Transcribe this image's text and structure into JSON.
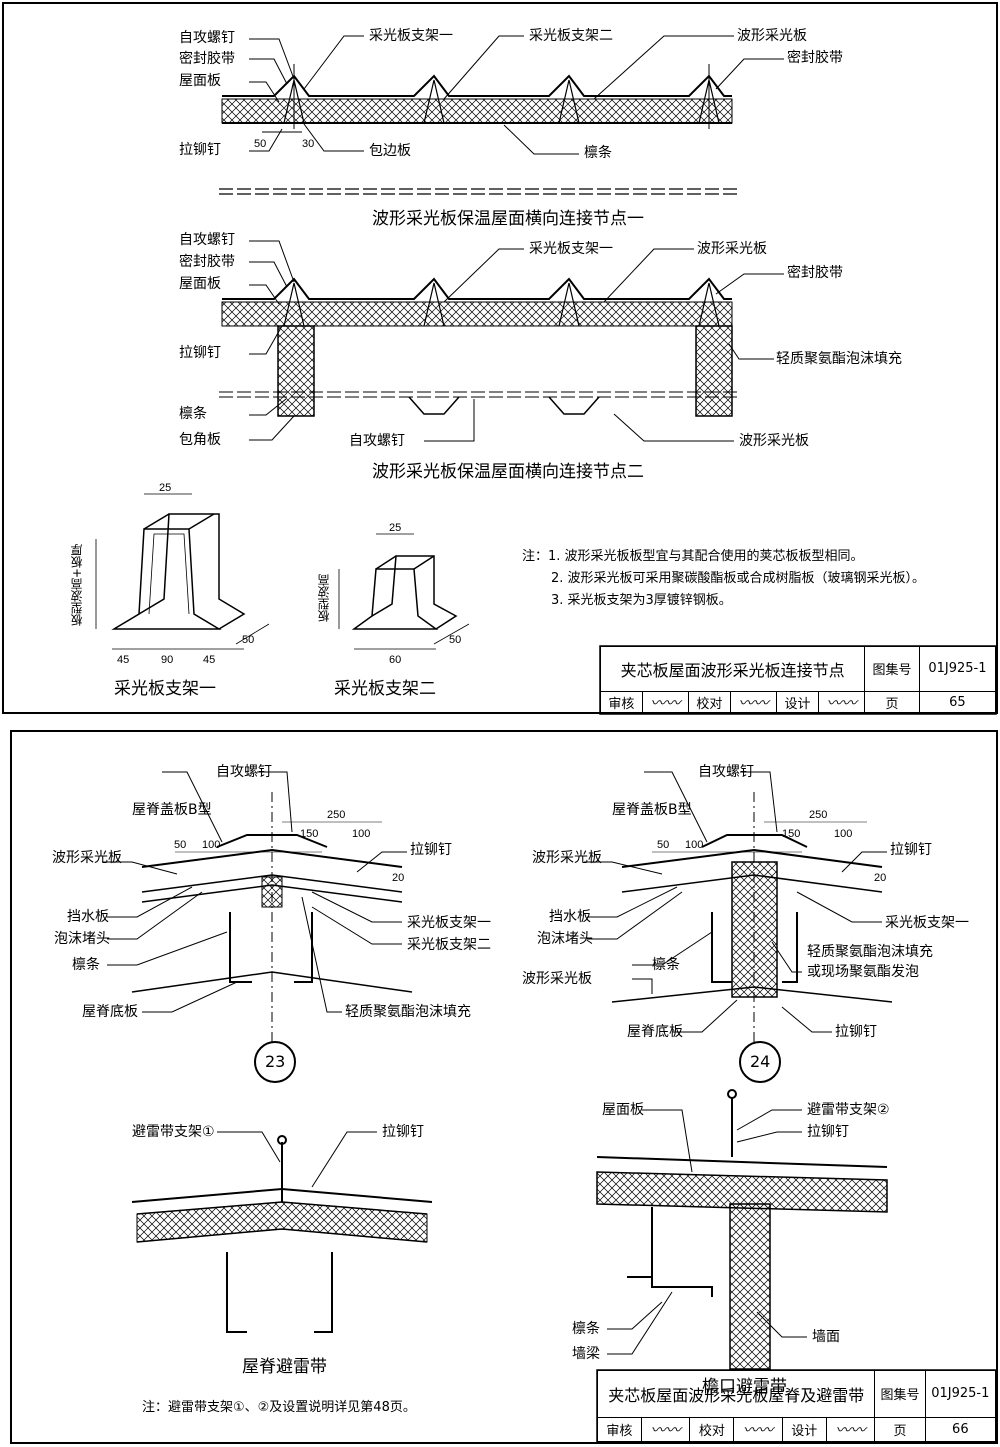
{
  "sheet1": {
    "node1": {
      "title": "波形采光板保温屋面横向连接节点一",
      "labels": {
        "screw": "自攻螺钉",
        "seal": "密封胶带",
        "roof": "屋面板",
        "rivet": "拉铆钉",
        "bracket1": "采光板支架一",
        "bracket2": "采光板支架二",
        "wave": "波形采光板",
        "seal_r": "密封胶带",
        "edge": "包边板",
        "purlin": "檩条",
        "d1": "50",
        "d2": "30"
      }
    },
    "node2": {
      "title": "波形采光板保温屋面横向连接节点二",
      "labels": {
        "screw": "自攻螺钉",
        "seal": "密封胶带",
        "roof": "屋面板",
        "rivet": "拉铆钉",
        "purlin": "檩条",
        "corner": "包角板",
        "bracket1": "采光板支架一",
        "wave": "波形采光板",
        "seal_r": "密封胶带",
        "foam": "轻质聚氨酯泡沫填充",
        "screw_b": "自攻螺钉",
        "wave_b": "波形采光板"
      }
    },
    "bracket1": {
      "caption": "采光板支架一",
      "top": "25",
      "height": "板型波高+板厚",
      "w1": "45",
      "w2": "90",
      "w3": "45",
      "depth": "50"
    },
    "bracket2": {
      "caption": "采光板支架二",
      "top": "25",
      "height": "板型波高",
      "w": "60",
      "depth": "50"
    },
    "notes": [
      "注：1. 波形采光板板型宜与其配合使用的荚芯板板型相同。",
      "2. 波形采光板可采用聚碳酸酯板或合成树脂板（玻璃钢采光板）。",
      "3. 采光板支架为3厚镀锌钢板。"
    ],
    "titleblock": {
      "title": "夹芯板屋面波形采光板连接节点",
      "atlas_label": "图集号",
      "atlas": "01J925-1",
      "review": "审核",
      "check": "校对",
      "design": "设计",
      "page_label": "页",
      "page": "65"
    }
  },
  "sheet2": {
    "d23": {
      "number": "23",
      "labels": {
        "screw": "自攻螺钉",
        "cap": "屋脊盖板B型",
        "wave": "波形采光板",
        "stop": "挡水板",
        "foam_plug": "泡沫堵头",
        "purlin": "檩条",
        "ridge_base": "屋脊底板",
        "rivet": "拉铆钉",
        "bracket1": "采光板支架一",
        "bracket2": "采光板支架二",
        "foam": "轻质聚氨酯泡沫填充",
        "d50": "50",
        "d100": "100",
        "d250": "250",
        "d150": "150",
        "d100b": "100",
        "d20": "20"
      }
    },
    "d24": {
      "number": "24",
      "labels": {
        "screw": "自攻螺钉",
        "cap": "屋脊盖板B型",
        "wave": "波形采光板",
        "stop": "挡水板",
        "foam_plug": "泡沫堵头",
        "purlin": "檩条",
        "wave2": "波形采光板",
        "ridge_base": "屋脊底板",
        "rivet": "拉铆钉",
        "bracket1": "采光板支架一",
        "foam1": "轻质聚氨酯泡沫填充",
        "foam2": "或现场聚氨酯发泡",
        "rivet2": "拉铆钉",
        "d50": "50",
        "d100": "100",
        "d250": "250",
        "d150": "150",
        "d100b": "100",
        "d20": "20"
      }
    },
    "ridge": {
      "caption": "屋脊避雷带",
      "support": "避雷带支架①",
      "rivet": "拉铆钉"
    },
    "eave": {
      "caption": "檐口避雷带",
      "roof": "屋面板",
      "support": "避雷带支架②",
      "rivet": "拉铆钉",
      "purlin": "檩条",
      "wall": "墙面",
      "beam": "墙梁"
    },
    "note": "注：避雷带支架①、②及设置说明详见第48页。",
    "titleblock": {
      "title": "夹芯板屋面波形采光板屋脊及避雷带",
      "atlas_label": "图集号",
      "atlas": "01J925-1",
      "review": "审核",
      "check": "校对",
      "design": "设计",
      "page_label": "页",
      "page": "66"
    }
  }
}
